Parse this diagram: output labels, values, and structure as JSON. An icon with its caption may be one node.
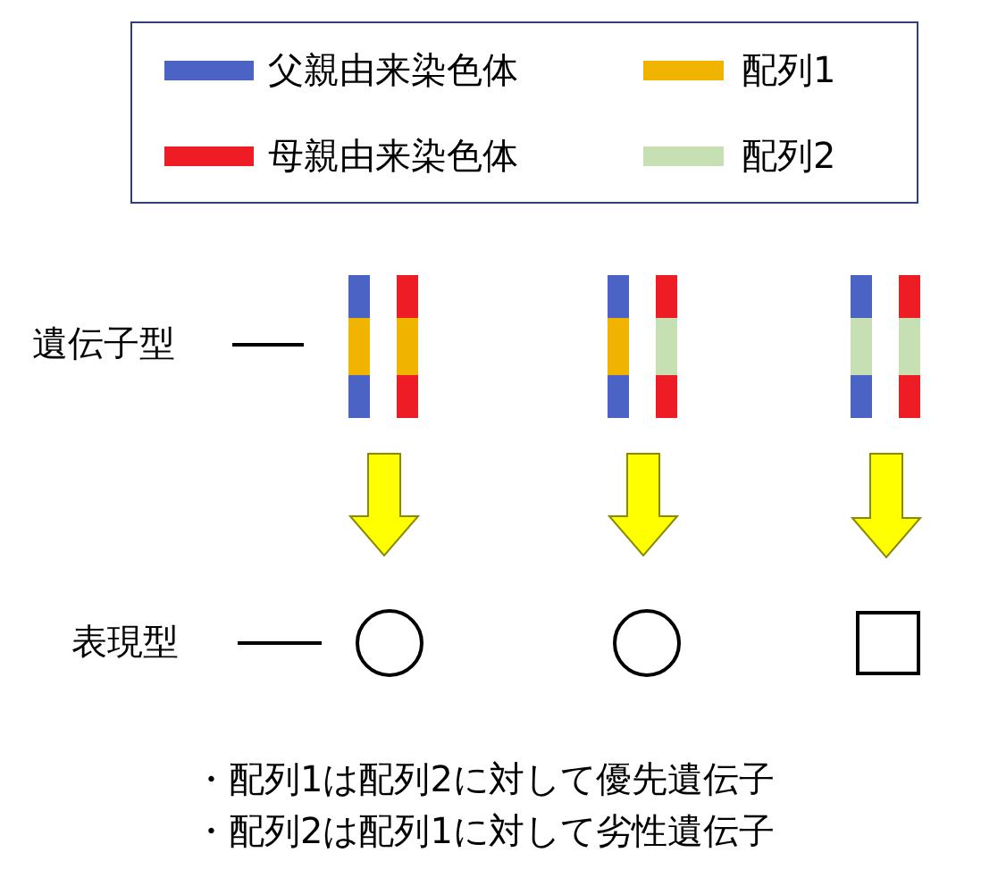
{
  "diagram": {
    "nodes": [
      {
        "text": [],
        "shape": "bar"
      },
      {
        "text": [],
        "shape": "bar"
      },
      {
        "text": [],
        "shape": "bar"
      },
      {
        "text": [],
        "shape": "circle"
      },
      {
        "text": [],
        "shape": "circle"
      },
      {
        "text": [],
        "shape": "box"
      }
    ],
    "edges": [
      {
        "from": 0,
        "to": 3,
        "arrow": "to"
      },
      {
        "from": 1,
        "to": 4,
        "arrow": "to"
      },
      {
        "from": 2,
        "to": 5,
        "arrow": "to"
      }
    ],
    "labels": [
      "遺伝子型",
      "表現型",
      "・配列1は配列2に対して優先遺伝子",
      "・配列2は配列1に対して劣性遺伝子"
    ],
    "legend": [
      {
        "text": "父親由来染色体",
        "color": "#4b63c4"
      },
      {
        "text": "配列1",
        "color": "#f0b400"
      },
      {
        "text": "母親由来染色体",
        "color": "#ee1c25"
      },
      {
        "text": "配列2",
        "color": "#c6e0b4"
      }
    ]
  }
}
